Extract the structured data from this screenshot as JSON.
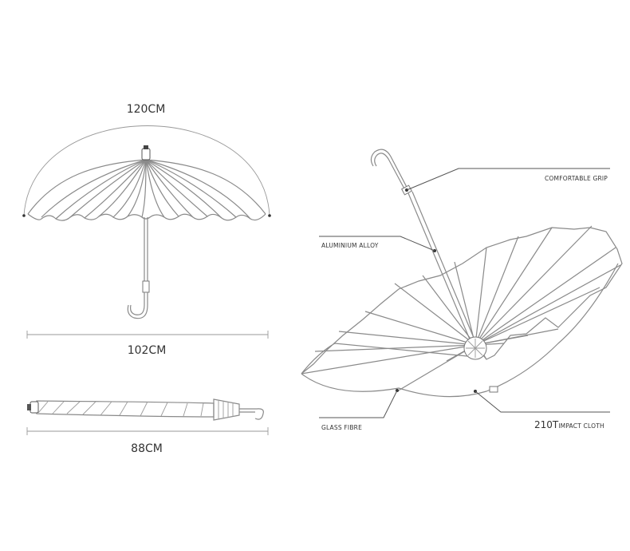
{
  "dimensions": {
    "canopy_width": "120CM",
    "open_length": "102CM",
    "folded_length": "88CM"
  },
  "callouts": {
    "grip": "COMFORTABLE GRIP",
    "shaft": "ALUMINIUM ALLOY",
    "ribs": "GLASS FIBRE",
    "fabric_prefix": "210T",
    "fabric": "IMPACT CLOTH"
  },
  "colors": {
    "line": "#8a8a8a",
    "text": "#333333",
    "background": "#ffffff"
  }
}
